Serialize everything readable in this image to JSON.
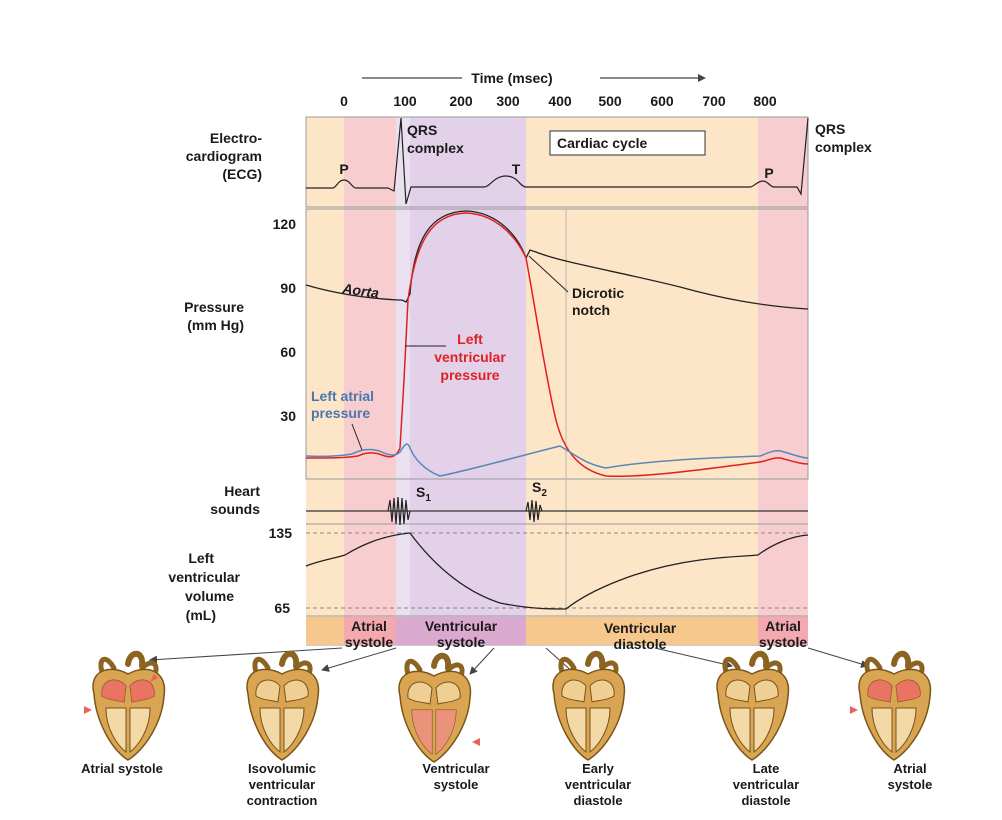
{
  "time_axis": {
    "title": "Time (msec)",
    "ticks": [
      "0",
      "100",
      "200",
      "300",
      "400",
      "500",
      "600",
      "700",
      "800"
    ]
  },
  "ecg": {
    "label_lines": [
      "Electro-",
      "cardiogram",
      "(ECG)"
    ],
    "p_wave": "P",
    "t_wave": "T",
    "p_wave_2": "P",
    "qrs_lines": [
      "QRS",
      "complex"
    ],
    "qrs_lines_2": [
      "QRS",
      "complex"
    ],
    "cardiac_cycle": "Cardiac cycle"
  },
  "pressure": {
    "label_lines": [
      "Pressure",
      "(mm Hg)"
    ],
    "ticks": [
      "120",
      "90",
      "60",
      "30"
    ],
    "aorta": "Aorta",
    "lvp_lines": [
      "Left",
      "ventricular",
      "pressure"
    ],
    "lap_lines": [
      "Left atrial",
      "pressure"
    ],
    "dicrotic_lines": [
      "Dicrotic",
      "notch"
    ]
  },
  "heart_sounds": {
    "label_lines": [
      "Heart",
      "sounds"
    ],
    "s1": "S",
    "s1_sub": "1",
    "s2": "S",
    "s2_sub": "2"
  },
  "volume": {
    "label_lines": [
      "Left",
      "ventricular",
      "volume",
      "(mL)"
    ],
    "ticks": [
      "135",
      "65"
    ]
  },
  "phases": [
    {
      "lines": [
        "Atrial",
        "systole"
      ]
    },
    {
      "lines": [
        "Ventricular",
        "systole"
      ]
    },
    {
      "lines": [
        "Ventricular",
        "diastole"
      ]
    },
    {
      "lines": [
        "Atrial",
        "systole"
      ]
    }
  ],
  "hearts": [
    {
      "name": "heart-atrial-systole",
      "caption_lines": [
        "Atrial systole"
      ]
    },
    {
      "name": "heart-isovolumic-contraction",
      "caption_lines": [
        "Isovolumic",
        "ventricular",
        "contraction"
      ]
    },
    {
      "name": "heart-ventricular-systole",
      "caption_lines": [
        "Ventricular",
        "systole"
      ]
    },
    {
      "name": "heart-early-diastole",
      "caption_lines": [
        "Early",
        "ventricular",
        "diastole"
      ]
    },
    {
      "name": "heart-late-diastole",
      "caption_lines": [
        "Late",
        "ventricular",
        "diastole"
      ]
    },
    {
      "name": "heart-atrial-systole-2",
      "caption_lines": [
        "Atrial",
        "systole"
      ]
    }
  ],
  "colors": {
    "atrial_systole_band": "#f8cdd0",
    "ventricular_systole_band": "#e3d1ea",
    "diastole_band": "#fde5c8",
    "phase_bar_systole": "#d9a9cf",
    "phase_bar_atrial": "#f4a9b1",
    "phase_bar_diastole": "#f7c88e",
    "lvp_line": "#e02020",
    "lap_line": "#5b86b8",
    "aorta_line": "#222222"
  }
}
